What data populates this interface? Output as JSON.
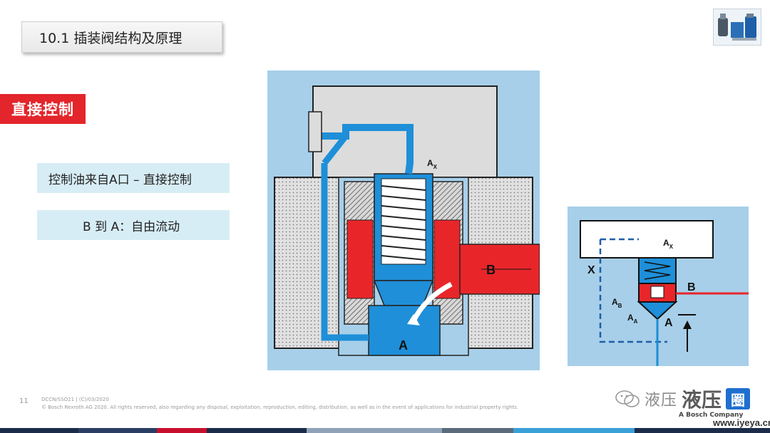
{
  "slide": {
    "title": "10.1 插装阀结构及原理",
    "section_tag": "直接控制",
    "info_boxes": [
      "控制油来自A口 – 直接控制",
      "B 到 A：自由流动"
    ]
  },
  "main_figure": {
    "label_ax_main": "A",
    "label_ax_sub": "X",
    "label_b": "B",
    "label_a": "A"
  },
  "symbol_figure": {
    "label_ax_main": "A",
    "label_ax_sub": "X",
    "label_ab_main": "A",
    "label_ab_sub": "B",
    "label_aa_main": "A",
    "label_aa_sub": "A",
    "label_x": "X",
    "label_b": "B",
    "label_a": "A"
  },
  "footer": {
    "page_number": "11",
    "doc_id": "DCCN/SSO21 | (C)/03/2020",
    "copyright": "© Bosch Rexroth AG 2020. All rights reserved, also regarding any disposal, exploitation, reproduction, editing, distribution, as well as in the event of applications for industrial property rights.",
    "watermark_text1": "液压",
    "watermark_text2": "液压",
    "watermark_badge": "圈",
    "company": "A Bosch Company",
    "site": "www.iyeya.cn"
  },
  "colors": {
    "section_red": "#e3262b",
    "info_blue": "#d7edf6",
    "figure_bg": "#a7cfe9",
    "oil_blue": "#1e8fd8",
    "pressure_red": "#e8262a",
    "housing_grey": "#dcdcdc"
  },
  "icons": [
    "bosch-logo-icon",
    "wechat-icon"
  ]
}
